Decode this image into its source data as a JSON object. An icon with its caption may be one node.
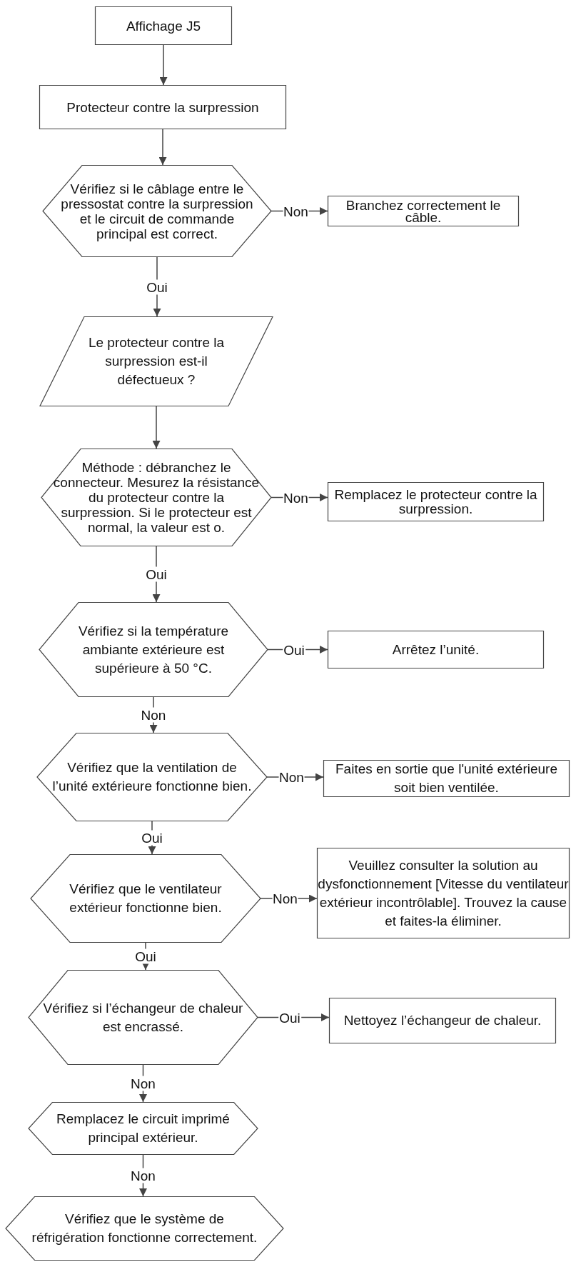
{
  "diagram": {
    "nodes": [
      {
        "text": [
          "Affichage J5"
        ]
      },
      {
        "text": [
          "Protecteur contre la surpression"
        ]
      },
      {
        "text": [
          "Vérifiez si le câblage entre le pressostat contre la surpression et le circuit de commande principal est correct."
        ]
      },
      {
        "text": [
          "Branchez correctement le câble."
        ]
      },
      {
        "text": [
          "Le protecteur contre la surpression est-il défectueux ?"
        ]
      },
      {
        "text": [
          "Méthode : débranchez le connecteur. Mesurez la résistance du protecteur contre la surpression. Si le protecteur est normal, la valeur est o."
        ]
      },
      {
        "text": [
          "Remplacez le protecteur contre la surpression."
        ]
      },
      {
        "text": [
          "Vérifiez si la température ambiante extérieure est supérieure à 50 °C."
        ]
      },
      {
        "text": [
          "Arrêtez l’unité."
        ]
      },
      {
        "text": [
          "Vérifiez que la ventilation de l’unité extérieure fonctionne bien."
        ]
      },
      {
        "text": [
          "Faites en sortie que l'unité extérieure soit bien ventilée."
        ]
      },
      {
        "text": [
          "Vérifiez que le ventilateur extérieur fonctionne bien."
        ]
      },
      {
        "text": [
          "Veuillez consulter la solution au dysfonctionnement [Vitesse du ventilateur extérieur incontrôlable]. Trouvez la cause et faites-la éliminer."
        ]
      },
      {
        "text": [
          "Vérifiez si l’échangeur de chaleur est encrassé."
        ]
      },
      {
        "text": [
          "Nettoyez l’échangeur de chaleur."
        ]
      },
      {
        "text": [
          "Remplacez le circuit imprimé principal extérieur."
        ]
      },
      {
        "text": [
          "Vérifiez que le système de réfrigération fonctionne correctement."
        ]
      }
    ],
    "edges": [
      {
        "from": 0,
        "to": 1,
        "arrow": "to"
      },
      {
        "from": 1,
        "to": 2,
        "arrow": "to"
      },
      {
        "from": 2,
        "to": 3,
        "label": "Non",
        "arrow": "to"
      },
      {
        "from": 2,
        "to": 4,
        "label": "Oui",
        "arrow": "to"
      },
      {
        "from": 4,
        "to": 5,
        "arrow": "to"
      },
      {
        "from": 5,
        "to": 6,
        "label": "Non",
        "arrow": "to"
      },
      {
        "from": 5,
        "to": 7,
        "label": "Oui",
        "arrow": "to"
      },
      {
        "from": 7,
        "to": 8,
        "label": "Oui",
        "arrow": "to"
      },
      {
        "from": 7,
        "to": 9,
        "label": "Non",
        "arrow": "to"
      },
      {
        "from": 9,
        "to": 10,
        "label": "Non",
        "arrow": "to"
      },
      {
        "from": 9,
        "to": 11,
        "label": "Oui",
        "arrow": "to"
      },
      {
        "from": 11,
        "to": 12,
        "label": "Non",
        "arrow": "to"
      },
      {
        "from": 11,
        "to": 13,
        "label": "Oui",
        "arrow": "to"
      },
      {
        "from": 13,
        "to": 14,
        "label": "Oui",
        "arrow": "to"
      },
      {
        "from": 13,
        "to": 15,
        "label": "Non",
        "arrow": "to"
      },
      {
        "from": 15,
        "to": 16,
        "label": "Non",
        "arrow": "to"
      }
    ]
  }
}
